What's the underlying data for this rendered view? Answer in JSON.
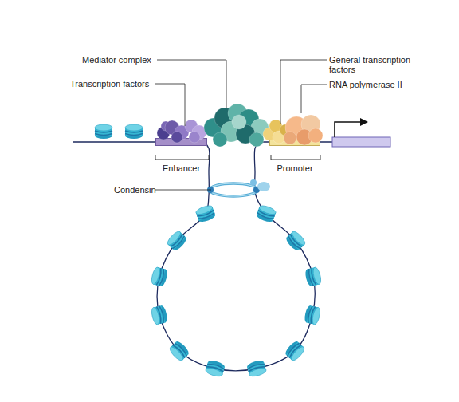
{
  "diagram": {
    "nodes": [
      {
        "text": [
          "Enhancer"
        ]
      },
      {
        "text": [
          "Promoter"
        ]
      }
    ],
    "labels": [
      "Mediator complex",
      "Transcription factors",
      "General transcription factors",
      "RNA polymerase II",
      "Condensin"
    ]
  }
}
